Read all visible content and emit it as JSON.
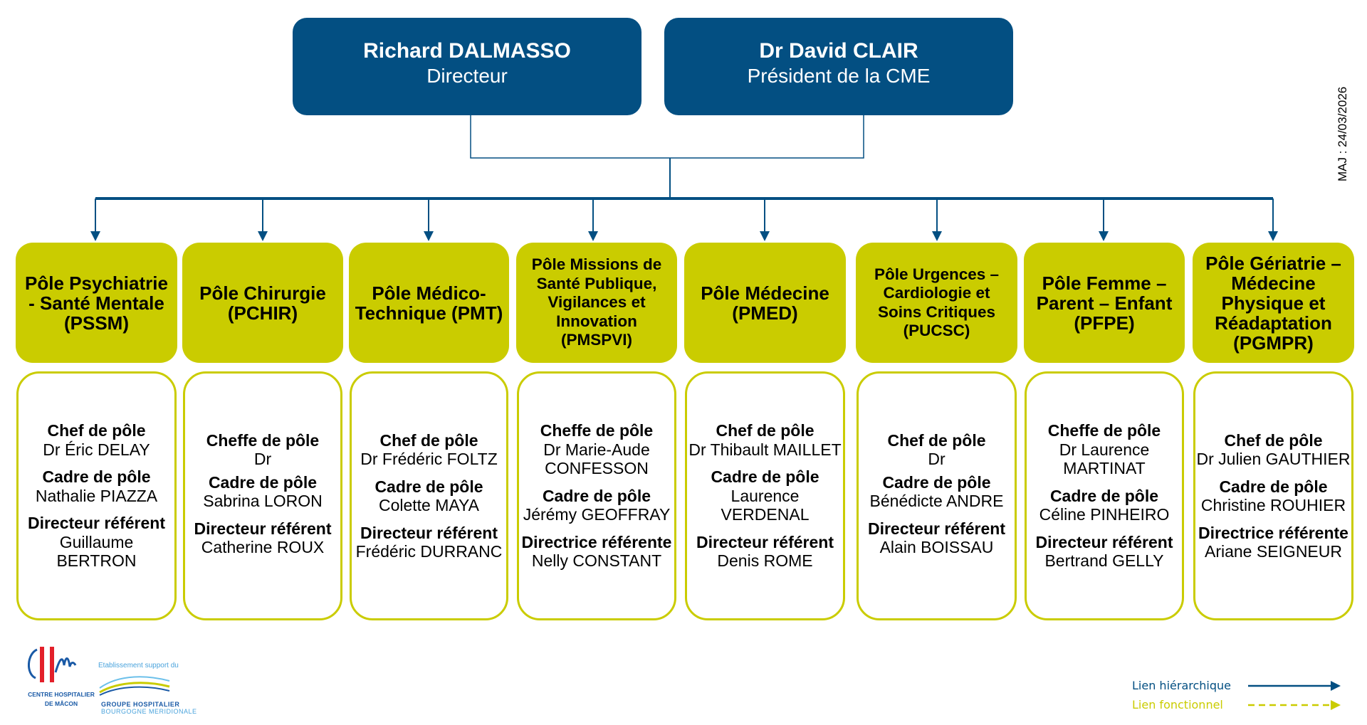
{
  "leaders": [
    {
      "name": "Richard DALMASSO",
      "role": "Directeur"
    },
    {
      "name": "Dr David CLAIR",
      "role": "Président de la CME"
    }
  ],
  "update_label": "MAJ : 24/03/2026",
  "colors": {
    "hierarchy_blue": "#034f82",
    "pole_yellow": "#cacc00"
  },
  "poles": [
    {
      "title": "Pôle Psychiatrie - Santé Mentale (PSSM)",
      "roles": [
        {
          "label": "Chef de pôle",
          "name": "Dr Éric DELAY"
        },
        {
          "label": "Cadre de pôle",
          "name": "Nathalie PIAZZA"
        },
        {
          "label": "Directeur référent",
          "name": "Guillaume BERTRON"
        }
      ]
    },
    {
      "title": "Pôle Chirurgie (PCHIR)",
      "roles": [
        {
          "label": "Cheffe de pôle",
          "name": "Dr"
        },
        {
          "label": "Cadre de pôle",
          "name": "Sabrina LORON"
        },
        {
          "label": "Directeur référent",
          "name": "Catherine ROUX"
        }
      ]
    },
    {
      "title": "Pôle Médico-Technique (PMT)",
      "roles": [
        {
          "label": "Chef de pôle",
          "name": "Dr Frédéric FOLTZ"
        },
        {
          "label": "Cadre de pôle",
          "name": "Colette MAYA"
        },
        {
          "label": "Directeur référent",
          "name": "Frédéric DURRANC"
        }
      ]
    },
    {
      "title": "Pôle Missions de Santé Publique, Vigilances et Innovation (PMSPVI)",
      "roles": [
        {
          "label": "Cheffe de pôle",
          "name": "Dr Marie-Aude CONFESSON"
        },
        {
          "label": "Cadre de pôle",
          "name": "Jérémy GEOFFRAY"
        },
        {
          "label": "Directrice référente",
          "name": "Nelly CONSTANT"
        }
      ]
    },
    {
      "title": "Pôle Médecine (PMED)",
      "roles": [
        {
          "label": "Chef de pôle",
          "name": "Dr Thibault MAILLET"
        },
        {
          "label": "Cadre de pôle",
          "name": "Laurence VERDENAL"
        },
        {
          "label": "Directeur référent",
          "name": "Denis ROME"
        }
      ]
    },
    {
      "title": "Pôle Urgences – Cardiologie et Soins Critiques (PUCSC)",
      "roles": [
        {
          "label": "Chef de pôle",
          "name": "Dr"
        },
        {
          "label": "Cadre de pôle",
          "name": "Bénédicte ANDRE"
        },
        {
          "label": "Directeur référent",
          "name": "Alain BOISSAU"
        }
      ]
    },
    {
      "title": "Pôle Femme – Parent – Enfant (PFPE)",
      "roles": [
        {
          "label": "Cheffe de pôle",
          "name": "Dr Laurence MARTINAT"
        },
        {
          "label": "Cadre de pôle",
          "name": "Céline PINHEIRO"
        },
        {
          "label": "Directeur référent",
          "name": "Bertrand GELLY"
        }
      ]
    },
    {
      "title": "Pôle Gériatrie – Médecine Physique et Réadaptation (PGMPR)",
      "roles": [
        {
          "label": "Chef de pôle",
          "name": "Dr Julien GAUTHIER"
        },
        {
          "label": "Cadre de pôle",
          "name": "Christine ROUHIER"
        },
        {
          "label": "Directrice référente",
          "name": "Ariane SEIGNEUR"
        }
      ]
    }
  ],
  "logo": {
    "hospital_line1": "CENTRE HOSPITALIER",
    "hospital_line2": "DE MÂCON",
    "support_text": "Etablissement support du",
    "group_line1": "GROUPE HOSPITALIER",
    "group_line2": "BOURGOGNE MERIDIONALE"
  },
  "legend": {
    "hierarchical": "Lien hiérarchique",
    "functional": "Lien fonctionnel"
  }
}
